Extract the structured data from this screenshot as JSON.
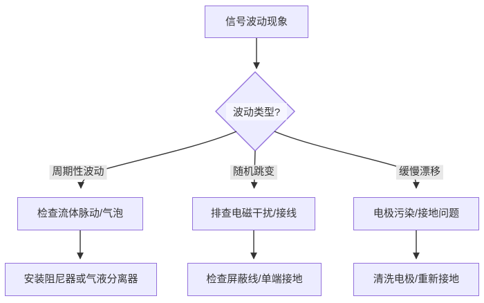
{
  "diagram": {
    "type": "flowchart",
    "direction": "top-down",
    "start_node": {
      "label": "信号波动现象",
      "shape": "rect"
    },
    "decision_node": {
      "label": "波动类型?",
      "shape": "diamond"
    },
    "branches": [
      {
        "edge_label": "周期性波动",
        "step": "检查流体脉动/气泡",
        "action": "安装阻尼器或气液分离器"
      },
      {
        "edge_label": "随机跳变",
        "step": "排查电磁干扰/接线",
        "action": "检查屏蔽线/单端接地"
      },
      {
        "edge_label": "缓慢漂移",
        "step": "电极污染/接地问题",
        "action": "清洗电极/重新接地"
      }
    ],
    "colors": {
      "node_fill": "#ECECFF",
      "node_border": "#9370DB",
      "edge": "#333333",
      "edge_label_bg": "#e8e8e8",
      "text": "#333333",
      "background": "#ffffff"
    }
  }
}
